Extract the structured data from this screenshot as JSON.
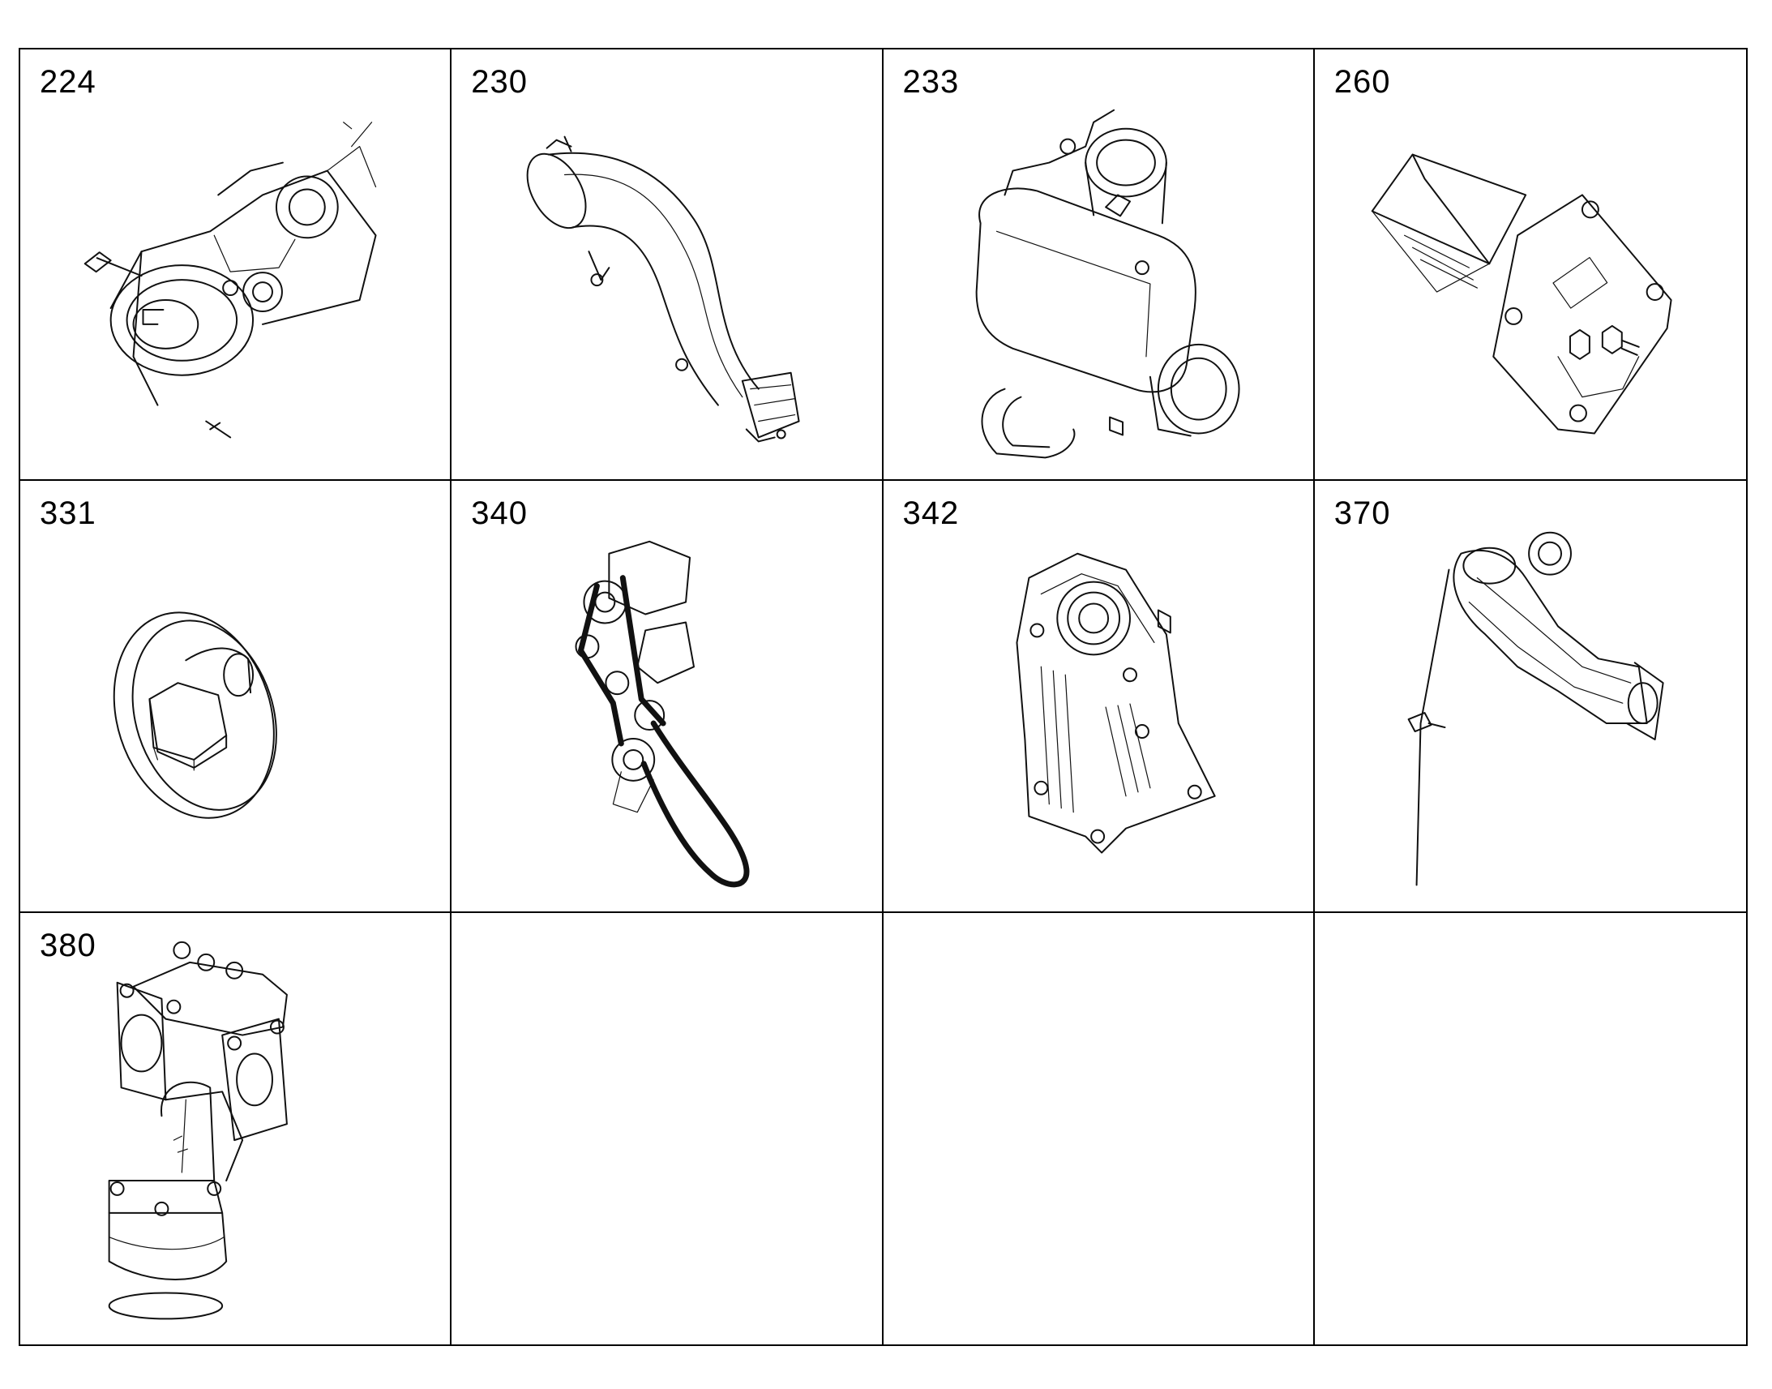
{
  "cells": [
    {
      "number": "224",
      "icon": "egr-valve-assembly-icon"
    },
    {
      "number": "230",
      "icon": "intake-pipe-icon"
    },
    {
      "number": "233",
      "icon": "throttle-body-assembly-icon"
    },
    {
      "number": "260",
      "icon": "mounting-bracket-icon"
    },
    {
      "number": "331",
      "icon": "pulley-bolt-icon"
    },
    {
      "number": "340",
      "icon": "belt-drive-icon"
    },
    {
      "number": "342",
      "icon": "timing-cover-icon"
    },
    {
      "number": "370",
      "icon": "water-pump-housing-icon"
    },
    {
      "number": "380",
      "icon": "thermostat-housing-icon"
    }
  ],
  "colors": {
    "line": "#111111",
    "border": "#000000",
    "background": "#ffffff"
  }
}
